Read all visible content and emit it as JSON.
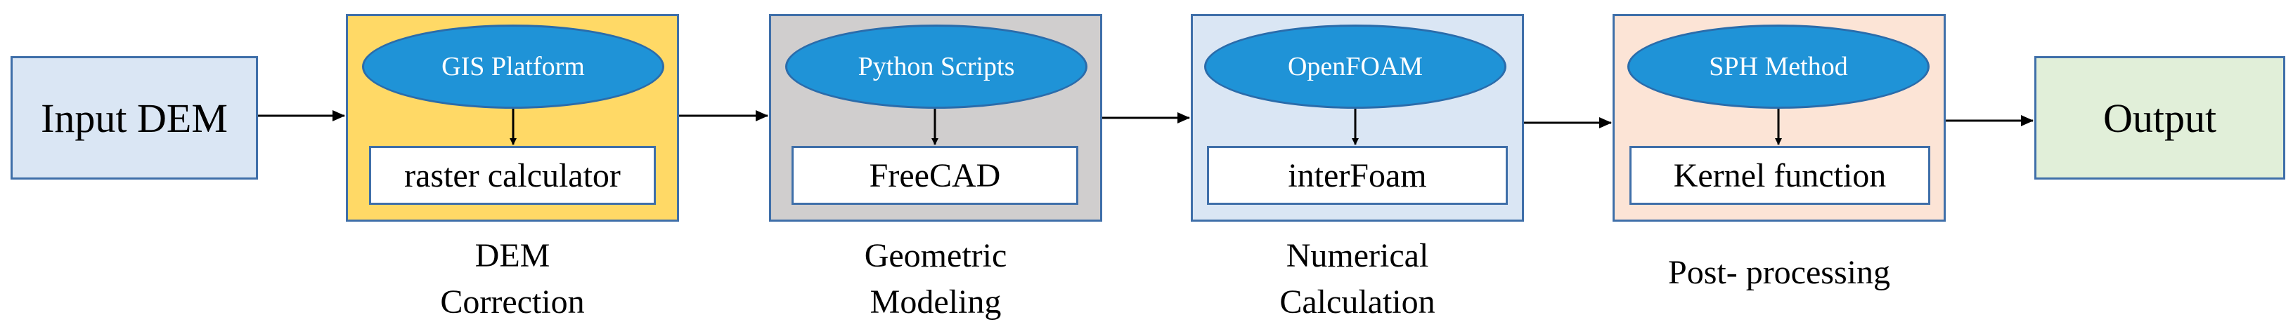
{
  "input_box": {
    "label": "Input DEM",
    "fill": "#dae6f4"
  },
  "output_box": {
    "label": "Output",
    "fill": "#e1efd9"
  },
  "stages": [
    {
      "method": "GIS Platform",
      "tool": "raster calculator",
      "caption_line1": "DEM",
      "caption_line2": "Correction",
      "fill": "#ffd966"
    },
    {
      "method": "Python Scripts",
      "tool": "FreeCAD",
      "caption_line1": "Geometric",
      "caption_line2": "Modeling",
      "fill": "#d0cece"
    },
    {
      "method": "OpenFOAM",
      "tool": "interFoam",
      "caption_line1": "Numerical",
      "caption_line2": "Calculation",
      "fill": "#dae6f4"
    },
    {
      "method": "SPH Method",
      "tool": "Kernel function",
      "caption_line1": "Post- processing",
      "caption_line2": "",
      "fill": "#fce4d6"
    }
  ],
  "colors": {
    "box_border": "#3f6fa9",
    "ellipse_fill": "#1f93d7",
    "arrow": "#000000"
  }
}
